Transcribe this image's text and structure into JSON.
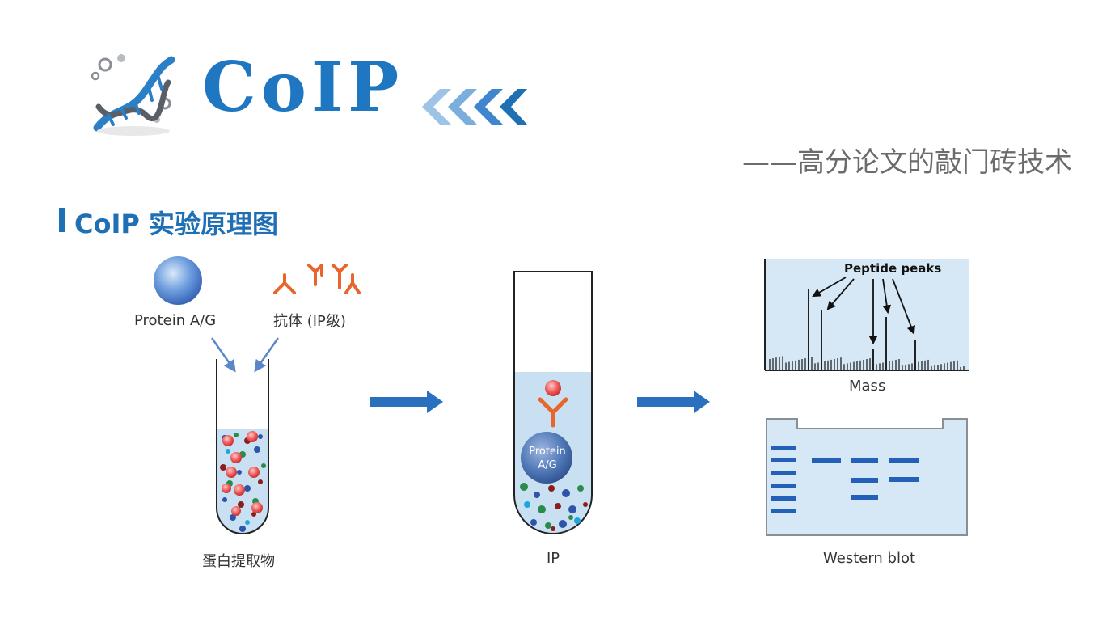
{
  "header": {
    "title": "CoIP",
    "subtitle": "——高分论文的敲门砖技术",
    "logo_icon": "dna-icon",
    "chevron_icon": "double-chevron-left-icon"
  },
  "section": {
    "title": "CoIP 实验原理图"
  },
  "diagram": {
    "protein_label": "Protein A/G",
    "antibody_label": "抗体 (IP级)",
    "lysate_label": "蛋白提取物",
    "ip_label": "IP",
    "bead_label_line1": "Protein",
    "bead_label_line2": "A/G",
    "mass_peaks_label": "Peptide peaks",
    "mass_label": "Mass",
    "western_label": "Western blot"
  },
  "colors": {
    "brand_blue": "#1f77c2",
    "arrow_blue": "#2b6fbf",
    "antibody_orange": "#e8652b",
    "panel_fill": "#d6e8f5"
  }
}
